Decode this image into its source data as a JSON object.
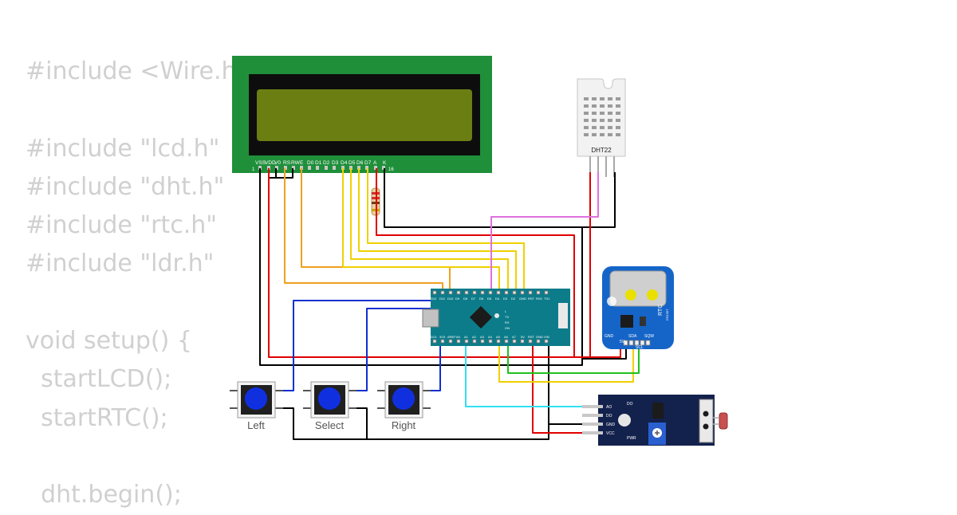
{
  "code_lines": [
    "#include <Wire.h>",
    "",
    "#include \"lcd.h\"",
    "#include \"dht.h\"",
    "#include \"rtc.h\"",
    "#include \"ldr.h\"",
    "",
    "void setup() {",
    "  startLCD();",
    "  startRTC();",
    "",
    "  dht.begin();"
  ],
  "lcd": {
    "pins": [
      "VSS",
      "VDD",
      "V0",
      "RS",
      "RW",
      "E",
      "D0",
      "D1",
      "D2",
      "D3",
      "D4",
      "D5",
      "D6",
      "D7",
      "A",
      "K"
    ],
    "first_pin": "1",
    "last_pin": "16"
  },
  "dht": {
    "label": "DHT22"
  },
  "rtc": {
    "label": "RTC",
    "chip": "DS1307",
    "pins": [
      "GND",
      "5V",
      "SDA",
      "SCL",
      "SQW"
    ]
  },
  "nano": {
    "top_pins": [
      "D12",
      "D11",
      "D10",
      "D9",
      "D8",
      "D7",
      "D6",
      "D5",
      "D4",
      "D3",
      "D2",
      "GND",
      "RST",
      "RX0",
      "TX1"
    ],
    "bottom_pins": [
      "D13",
      "3V3",
      "AREF",
      "A0",
      "A1",
      "A2",
      "A3",
      "A4",
      "A5",
      "A6",
      "A7",
      "5V",
      "RST",
      "GND",
      "VIN"
    ],
    "leds": [
      "L",
      "TX",
      "RX",
      "ON"
    ]
  },
  "buttons": [
    {
      "label": "Left"
    },
    {
      "label": "Select"
    },
    {
      "label": "Right"
    }
  ],
  "ldr_module": {
    "pins": [
      "AO",
      "DO",
      "GND",
      "VCC"
    ],
    "leds": [
      "PWR",
      "DO"
    ]
  },
  "colors": {
    "lcd_board": "#1f8f3a",
    "lcd_screen": "#6b7e12",
    "nano_board": "#0c7c8a",
    "rtc_board": "#1565c8",
    "ldr_board": "#13214d",
    "button_cap": "#1030e0",
    "wire_black": "#000000",
    "wire_red": "#e00000",
    "wire_orange": "#f0a020",
    "wire_yellow": "#f0d000",
    "wire_blue": "#1030d0",
    "wire_green": "#20c020",
    "wire_cyan": "#30e0f0",
    "wire_violet": "#e070e0"
  }
}
